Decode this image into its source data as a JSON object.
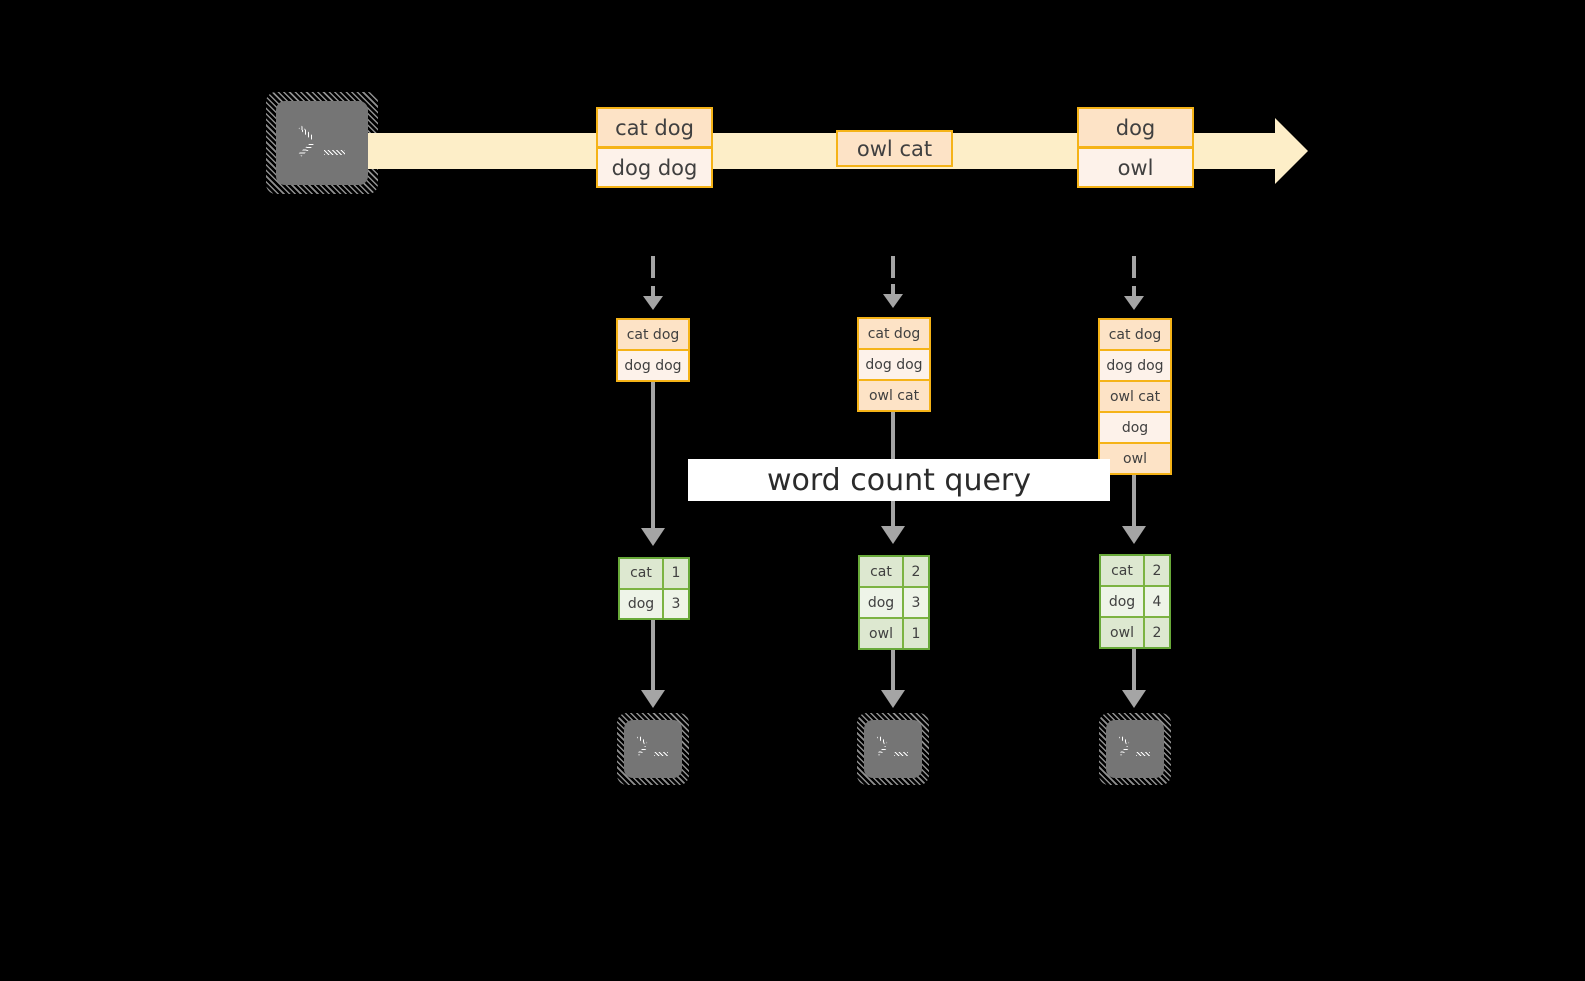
{
  "diagram": {
    "title": "word count query",
    "colors": {
      "background": "#000000",
      "stream_bar": "#fdeec8",
      "record_border": "#f5b317",
      "record_fill_dark": "#fde3c6",
      "record_fill_light": "#fdf2ea",
      "result_border": "#68a939",
      "result_fill_dark": "#dde8d0",
      "result_fill_light": "#eef4e8",
      "arrow": "#a5a5a5",
      "terminal_body": "#757575",
      "label_band": "#ffffff"
    }
  },
  "source": {
    "terminal_icon": "terminal-prompt-icon",
    "prompt_glyph": ">_"
  },
  "stream": {
    "label": "event-stream-arrow",
    "groups": [
      {
        "name": "stream-group-1",
        "records": [
          {
            "text": "cat dog",
            "shade": "dark"
          },
          {
            "text": "dog dog",
            "shade": "light"
          }
        ]
      },
      {
        "name": "stream-group-2",
        "records": [
          {
            "text": "owl cat",
            "shade": "dark"
          }
        ]
      },
      {
        "name": "stream-group-3",
        "records": [
          {
            "text": "dog",
            "shade": "dark"
          },
          {
            "text": "owl",
            "shade": "light"
          }
        ]
      }
    ]
  },
  "snapshots": [
    {
      "name": "snapshot-t1",
      "records": [
        {
          "text": "cat dog",
          "shade": "dark"
        },
        {
          "text": "dog dog",
          "shade": "light"
        }
      ],
      "result": {
        "name": "result-table-t1",
        "rows": [
          {
            "key": "cat",
            "value": "1",
            "shade": "dark"
          },
          {
            "key": "dog",
            "value": "3",
            "shade": "light"
          }
        ]
      }
    },
    {
      "name": "snapshot-t2",
      "records": [
        {
          "text": "cat dog",
          "shade": "dark"
        },
        {
          "text": "dog dog",
          "shade": "light"
        },
        {
          "text": "owl cat",
          "shade": "dark"
        }
      ],
      "result": {
        "name": "result-table-t2",
        "rows": [
          {
            "key": "cat",
            "value": "2",
            "shade": "dark"
          },
          {
            "key": "dog",
            "value": "3",
            "shade": "light"
          },
          {
            "key": "owl",
            "value": "1",
            "shade": "dark"
          }
        ]
      }
    },
    {
      "name": "snapshot-t3",
      "records": [
        {
          "text": "cat dog",
          "shade": "dark"
        },
        {
          "text": "dog dog",
          "shade": "light"
        },
        {
          "text": "owl cat",
          "shade": "dark"
        },
        {
          "text": "dog",
          "shade": "light"
        },
        {
          "text": "owl",
          "shade": "dark"
        }
      ],
      "result": {
        "name": "result-table-t3",
        "rows": [
          {
            "key": "cat",
            "value": "2",
            "shade": "dark"
          },
          {
            "key": "dog",
            "value": "4",
            "shade": "light"
          },
          {
            "key": "owl",
            "value": "2",
            "shade": "dark"
          }
        ]
      }
    }
  ],
  "sinks": [
    {
      "name": "sink-terminal-1",
      "prompt_glyph": ">_"
    },
    {
      "name": "sink-terminal-2",
      "prompt_glyph": ">_"
    },
    {
      "name": "sink-terminal-3",
      "prompt_glyph": ">_"
    }
  ]
}
